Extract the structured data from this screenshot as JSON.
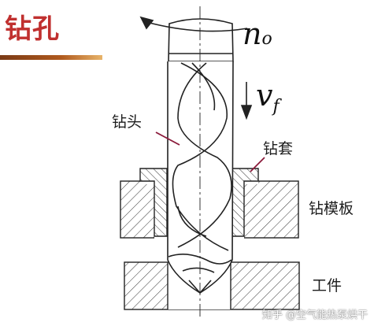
{
  "title": "钻孔",
  "labels": {
    "drill": "钻头",
    "bushing": "钻套",
    "jig_plate": "钻模板",
    "workpiece": "工件"
  },
  "symbols": {
    "spindle_speed_main": "n",
    "spindle_speed_sub": "o",
    "feed_main": "v",
    "feed_sub": "f"
  },
  "colors": {
    "title": "#c0302f",
    "leader": "#8b1a3a",
    "line": "#222222"
  },
  "watermark": "知乎 @空气能热泵烘干"
}
